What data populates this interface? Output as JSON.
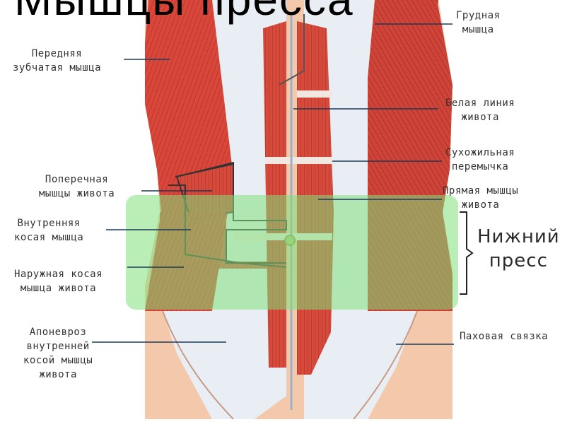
{
  "slide": {
    "title": "Мышцы пресса"
  },
  "highlight": {
    "label": "Нижний\nпресс",
    "color": "#7fe07a"
  },
  "labels": {
    "pectoral": "Грудная\nмышца",
    "serratus": "Передняя\nзубчатая мышца",
    "linea_alba": "Белая линия\nживота",
    "tendinous": "Сухожильная\nперемычка",
    "transverse": "Поперечная\nмышцы живота",
    "rectus": "Прямая мышцы\nживота",
    "internal_oblique": "Внутренняя\nкосая мышца",
    "external_oblique": "Наружная косая\nмышца живота",
    "aponeurosis": "Апоневроз\nвнутренней\nкосой мышцы\nживота",
    "inguinal": "Паховая связка"
  },
  "colors": {
    "muscle": "#d9473a",
    "tendon": "#e9eef4",
    "skin": "#f4c9ab",
    "line": "#1c3a5a"
  }
}
